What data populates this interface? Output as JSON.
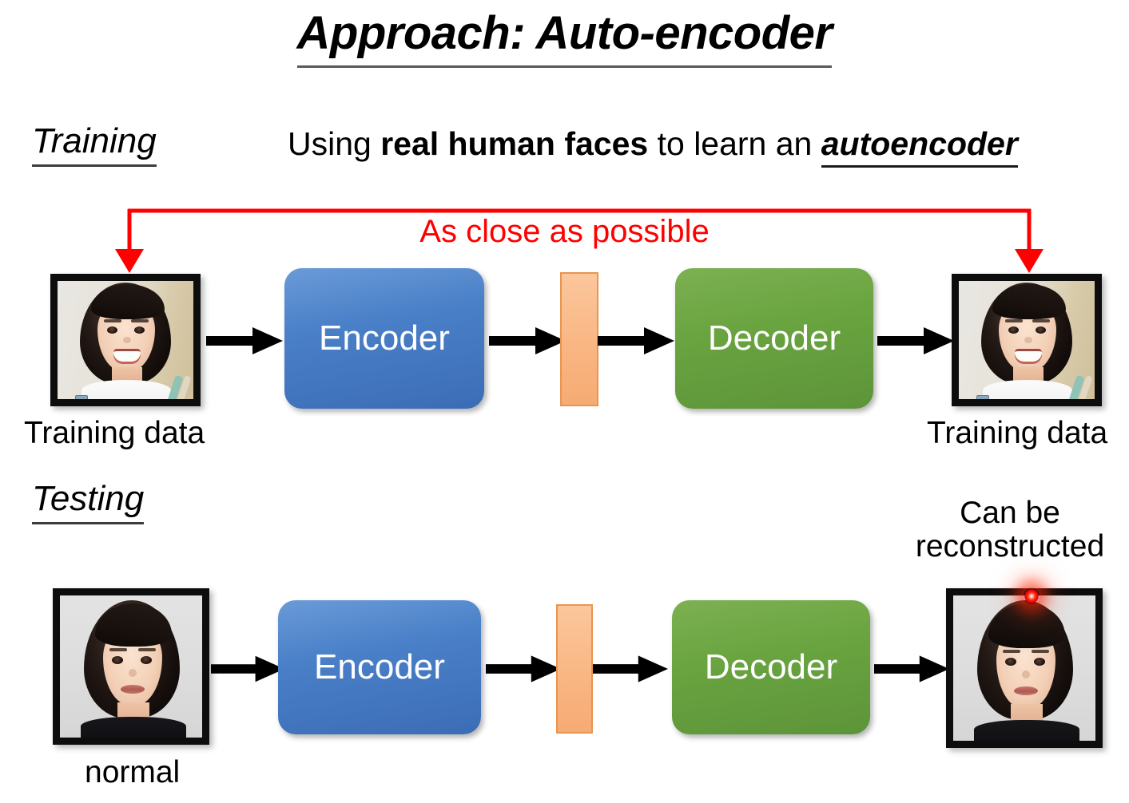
{
  "slide": {
    "title": "Approach: Auto-encoder",
    "background_color": "#ffffff"
  },
  "sections": {
    "training": {
      "label": "Training",
      "subtitle": {
        "part1": "Using ",
        "bold": "real human faces",
        "part2": " to learn an ",
        "bold_italic": "autoencoder"
      },
      "feedback_caption": "As close as possible",
      "feedback_color": "#ff0000",
      "input_caption": "Training data",
      "output_caption": "Training data",
      "encoder_label": "Encoder",
      "decoder_label": "Decoder"
    },
    "testing": {
      "label": "Testing",
      "input_caption": "normal",
      "output_caption_line1": "Can be",
      "output_caption_line2": "reconstructed",
      "encoder_label": "Encoder",
      "decoder_label": "Decoder"
    }
  },
  "colors": {
    "encoder": "#4a80c8",
    "decoder": "#69a440",
    "latent": "#f9b683",
    "arrow": "#000000",
    "feedback_arrow": "#ff0000",
    "laser_dot": "#ff2b10",
    "title_underline": "#595959"
  },
  "icons": {
    "flow_arrow": "right-arrow-icon",
    "feedback_arrow": "feedback-bracket-arrow-icon",
    "laser": "laser-dot-icon"
  }
}
